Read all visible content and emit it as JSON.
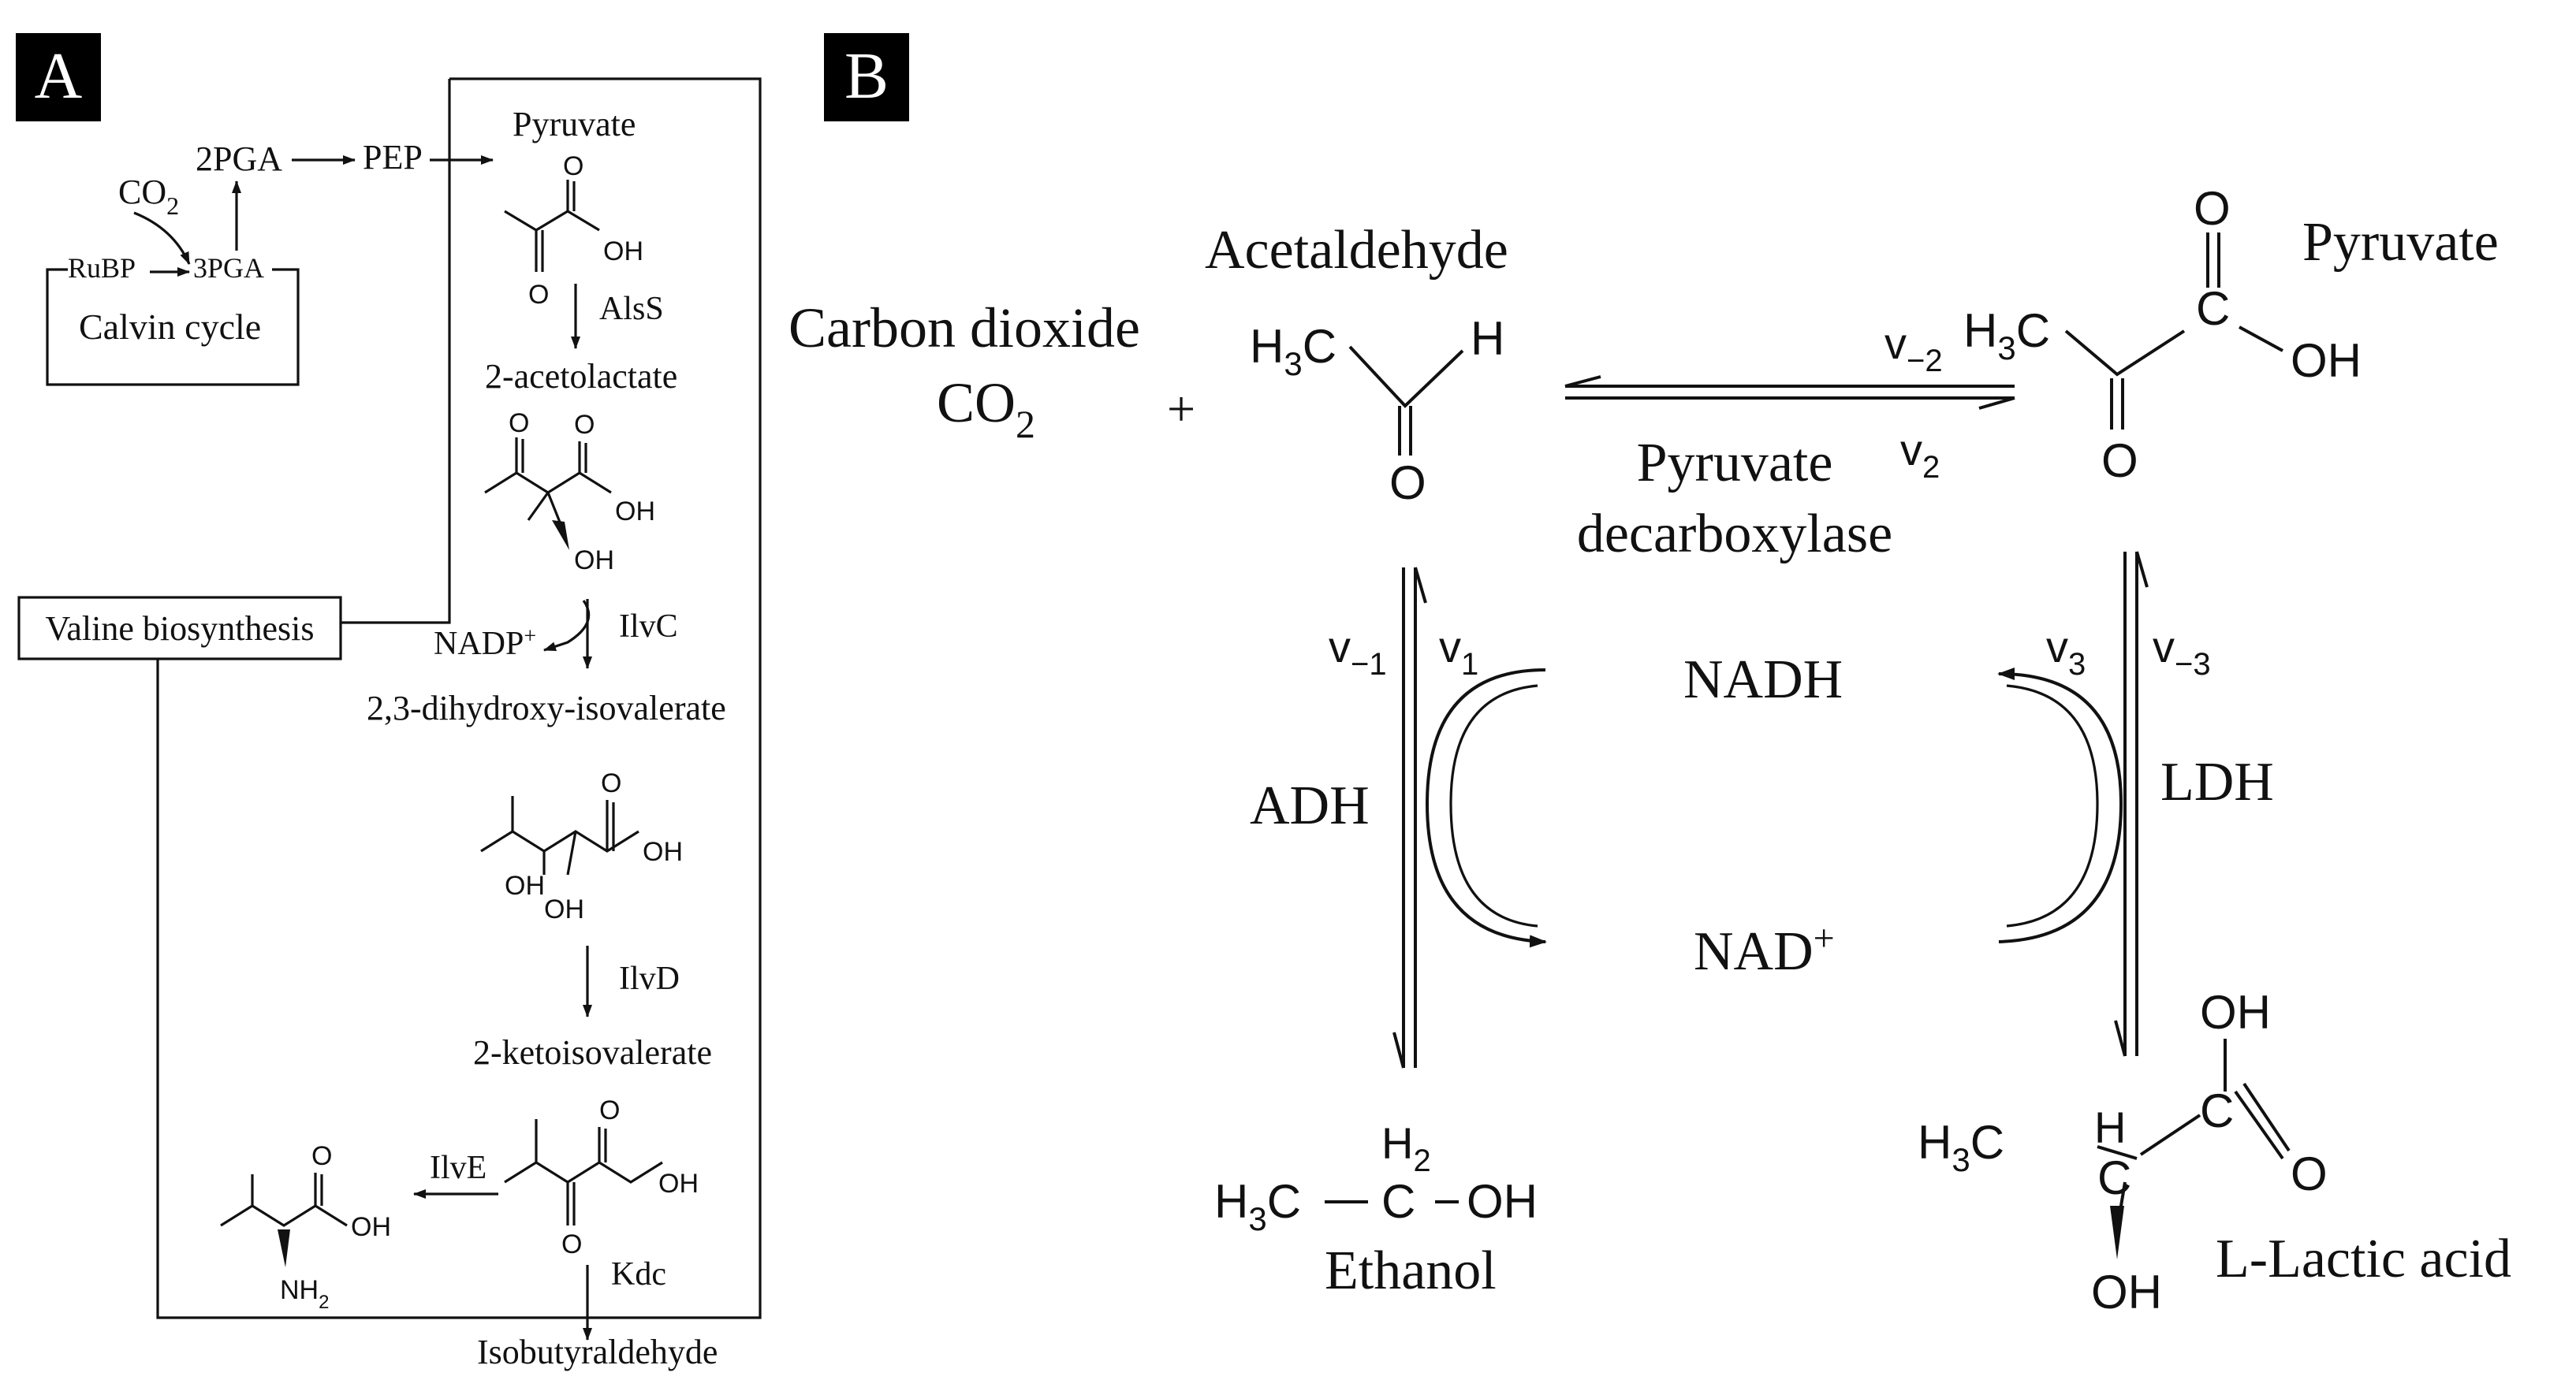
{
  "panels": {
    "a": {
      "label": "A",
      "calvin": {
        "co2": "CO",
        "co2_sub": "2",
        "pga2": "2PGA",
        "pep": "PEP",
        "rubp": "RuBP",
        "pga3": "3PGA",
        "cycle": "Calvin cycle"
      },
      "valine_box": "Valine biosynthesis",
      "compounds": {
        "pyruvate": "Pyruvate",
        "acetolactate": "2-acetolactate",
        "dihydroxy": "2,3-dihydroxy-isovalerate",
        "ketoisovalerate": "2-ketoisovalerate",
        "isobutyraldehyde": "Isobutyraldehyde"
      },
      "enzymes": {
        "alss": "AlsS",
        "ilvc": "IlvC",
        "ilvd": "IlvD",
        "ilve": "IlvE",
        "kdc": "Kdc"
      },
      "nadp": "NADP",
      "nadp_sup": "+",
      "atoms": {
        "o": "O",
        "oh": "OH",
        "nh": "NH",
        "nh_sub": "2"
      }
    },
    "b": {
      "label": "B",
      "carbon_dioxide": "Carbon dioxide",
      "co2": "CO",
      "co2_sub": "2",
      "plus": "+",
      "acetaldehyde": "Acetaldehyde",
      "pyruvate": "Pyruvate",
      "ethanol": "Ethanol",
      "lactic": "L-Lactic acid",
      "enzymes": {
        "pdc_line1": "Pyruvate",
        "pdc_line2": "decarboxylase",
        "adh": "ADH",
        "ldh": "LDH"
      },
      "cofactors": {
        "nadh": "NADH",
        "nad": "NAD",
        "nad_sup": "+"
      },
      "rates": {
        "v": "v",
        "minus2": "−2",
        "plus2": "2",
        "minus1": "−1",
        "plus1": "1",
        "plus3": "3",
        "minus3": "−3"
      },
      "atoms": {
        "h3": "H",
        "h3_sub": "3",
        "c": "C",
        "h": "H",
        "o": "O",
        "oh": "OH",
        "h2": "H",
        "h2_sub": "2"
      }
    }
  }
}
